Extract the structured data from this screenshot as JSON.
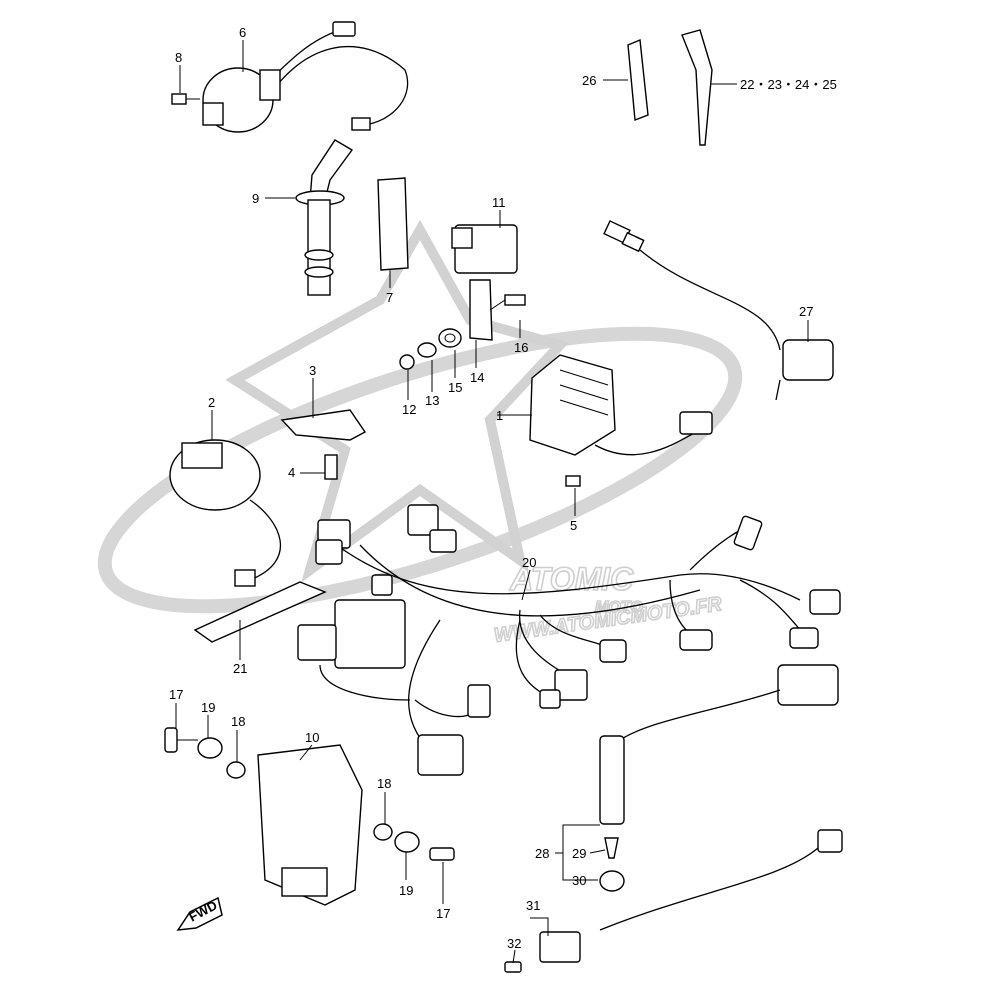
{
  "diagram": {
    "watermark_main": "ATOMIC",
    "watermark_sub": "MOTO",
    "watermark_url": "WWW.ATOMICMOTO.FR",
    "fwd_label": "FWD",
    "callouts": {
      "c1": "1",
      "c2": "2",
      "c3": "3",
      "c4": "4",
      "c5": "5",
      "c6": "6",
      "c7": "7",
      "c8": "8",
      "c9": "9",
      "c10": "10",
      "c11": "11",
      "c12": "12",
      "c13": "13",
      "c14": "14",
      "c15": "15",
      "c16": "16",
      "c17a": "17",
      "c17b": "17",
      "c18a": "18",
      "c18b": "18",
      "c19a": "19",
      "c19b": "19",
      "c20": "20",
      "c21": "21",
      "c22": "22・23・24・25",
      "c26": "26",
      "c27": "27",
      "c28": "28",
      "c29": "29",
      "c30": "30",
      "c31": "31",
      "c32": "32"
    }
  }
}
